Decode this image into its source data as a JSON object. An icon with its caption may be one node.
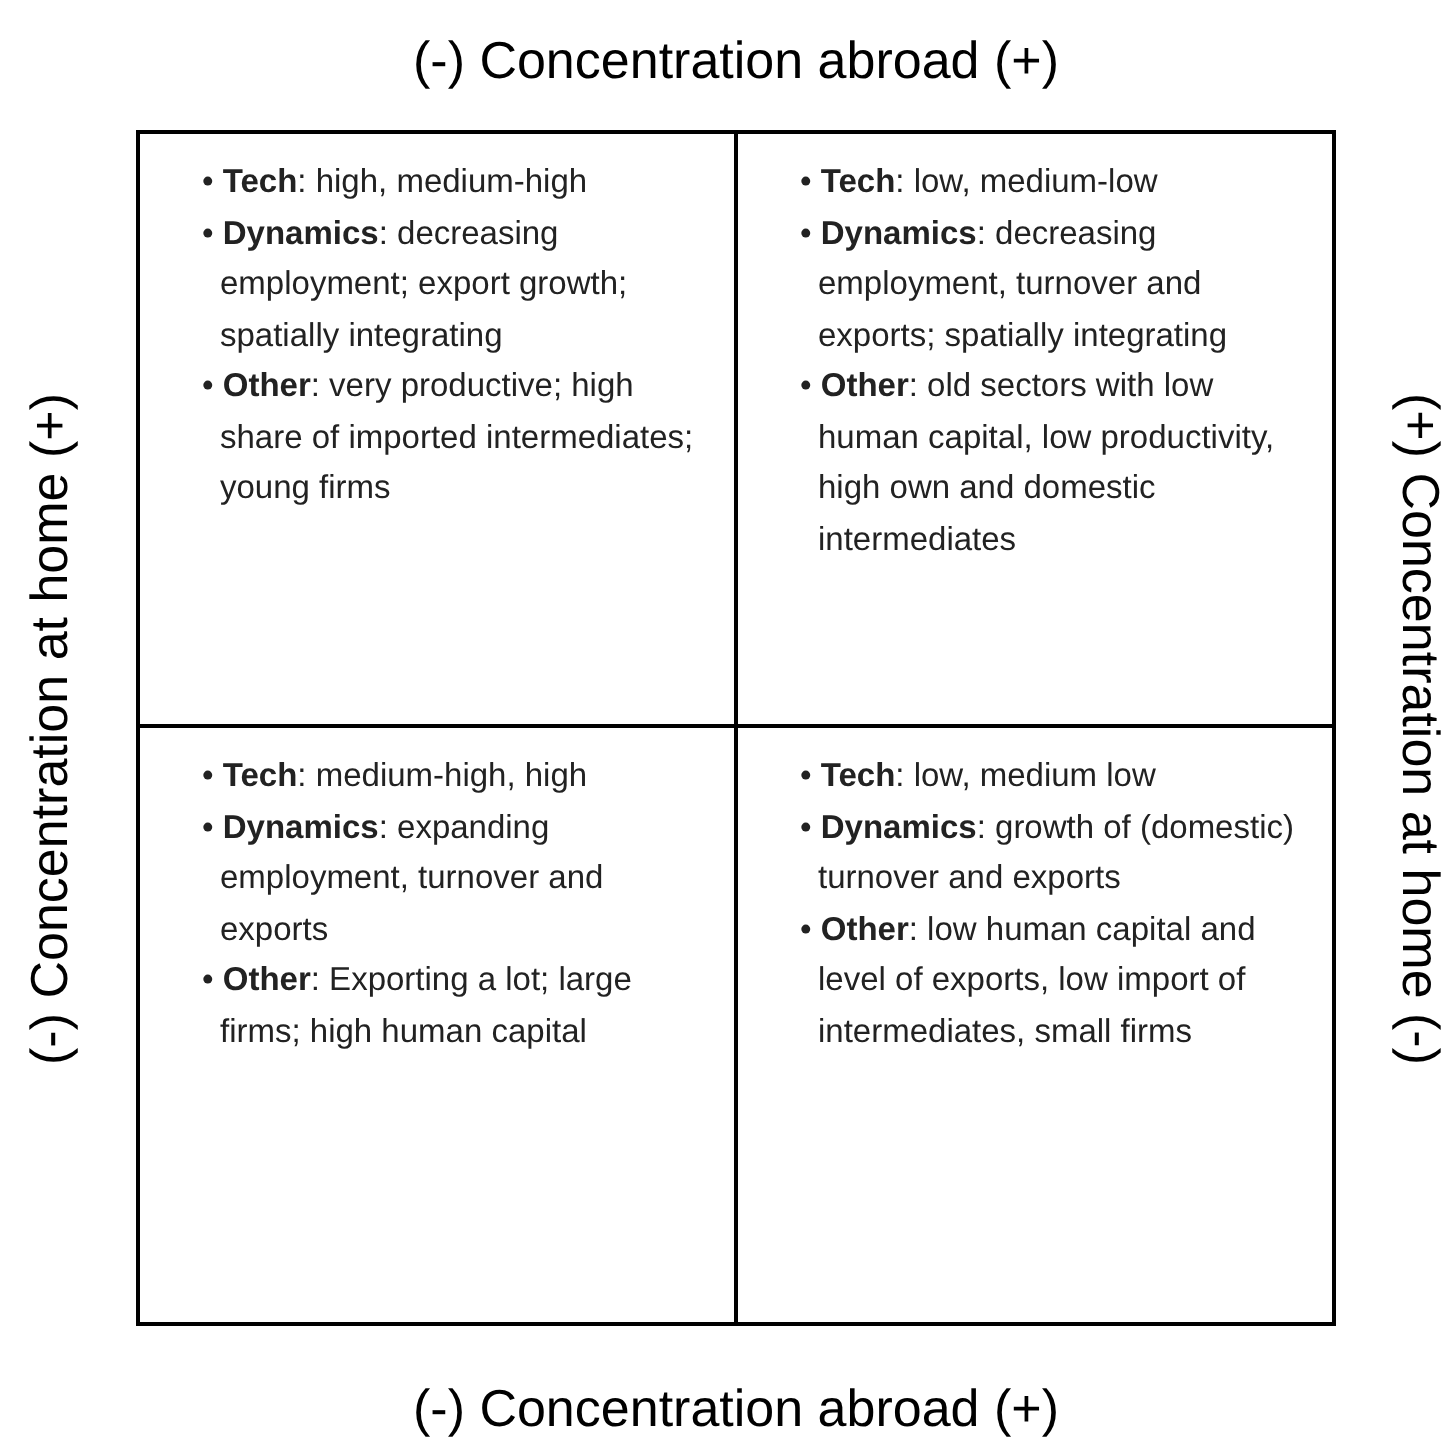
{
  "diagram": {
    "nodes": [
      {
        "text": [
          "• **Tech**: high, medium-high",
          "• **Dynamics**: decreasing employment; export growth; spatially integrating",
          "• **Other**: very productive; high share of imported intermediates; young firms"
        ]
      },
      {
        "text": [
          "• **Tech**: low, medium-low",
          "• **Dynamics**: decreasing employment, turnover and exports; spatially integrating",
          "• **Other**: old sectors with low human capital, low productivity, high own and domestic intermediates"
        ]
      },
      {
        "text": [
          "• **Tech**: medium-high, high",
          "• **Dynamics**: expanding employment, turnover and exports",
          "• **Other**: Exporting a lot; large firms; high human capital"
        ]
      },
      {
        "text": [
          "• **Tech**: low, medium low",
          "• **Dynamics**: growth of (domestic) turnover and exports",
          "• **Other**: low human capital and level of exports, low import of intermediates, small firms"
        ]
      }
    ],
    "labels": [
      "(-) Concentration abroad (+)",
      "(-) Concentration at home (+)",
      "(+) Concentration at home (-)",
      "(-) Concentration abroad (+)"
    ]
  }
}
